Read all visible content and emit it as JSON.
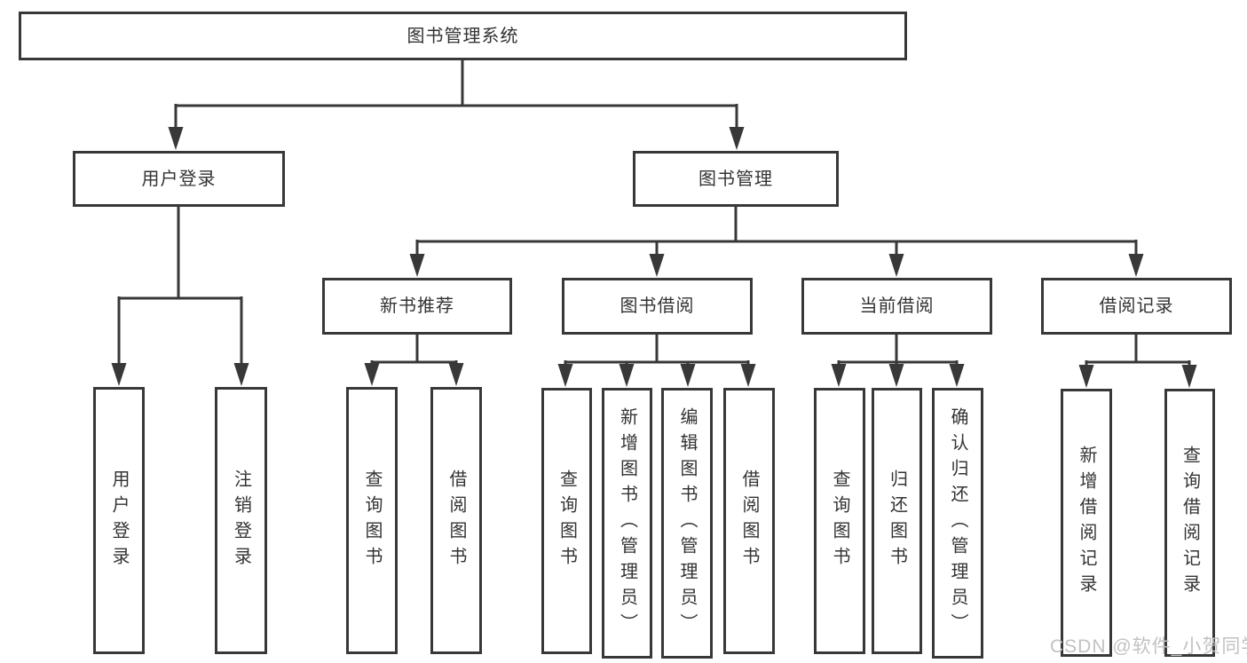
{
  "tree": {
    "root": {
      "label": "图书管理系统",
      "children": [
        {
          "label": "用户登录",
          "children": [
            {
              "label": "用户登录"
            },
            {
              "label": "注销登录"
            }
          ]
        },
        {
          "label": "图书管理",
          "children": [
            {
              "label": "新书推荐",
              "children": [
                {
                  "label": "查询图书"
                },
                {
                  "label": "借阅图书"
                }
              ]
            },
            {
              "label": "图书借阅",
              "children": [
                {
                  "label": "查询图书"
                },
                {
                  "label": "新增图书（管理员）"
                },
                {
                  "label": "编辑图书（管理员）"
                },
                {
                  "label": "借阅图书"
                }
              ]
            },
            {
              "label": "当前借阅",
              "children": [
                {
                  "label": "查询图书"
                },
                {
                  "label": "归还图书"
                },
                {
                  "label": "确认归还（管理员）"
                }
              ]
            },
            {
              "label": "借阅记录",
              "children": [
                {
                  "label": "新增借阅记录"
                },
                {
                  "label": "查询借阅记录"
                }
              ]
            }
          ]
        }
      ]
    }
  },
  "watermark": {
    "text": "CSDN @软件_小贺同学"
  },
  "colors": {
    "line": "#383838",
    "box_background": "#ffffff",
    "text": "#333333",
    "watermark": "#c2c2c2"
  }
}
